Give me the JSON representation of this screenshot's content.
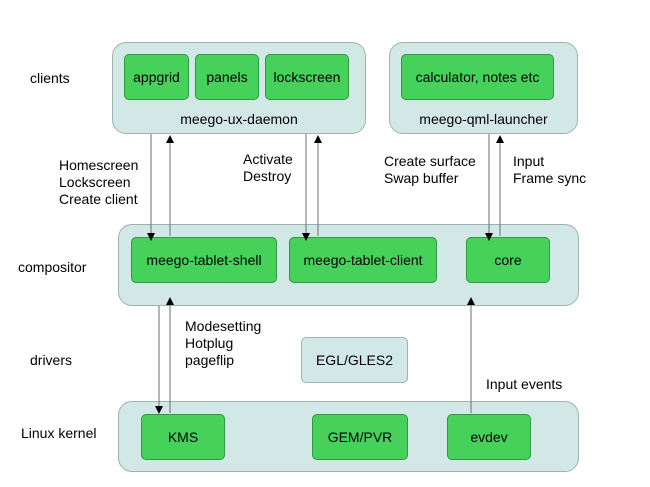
{
  "layers": {
    "clients": "clients",
    "compositor": "compositor",
    "drivers": "drivers",
    "kernel": "Linux kernel"
  },
  "clients": {
    "ux_daemon": {
      "label": "meego-ux-daemon",
      "items": [
        "appgrid",
        "panels",
        "lockscreen"
      ]
    },
    "qml_launcher": {
      "label": "meego-qml-launcher",
      "items": [
        "calculator, notes etc"
      ]
    }
  },
  "compositor": {
    "items": [
      "meego-tablet-shell",
      "meego-tablet-client",
      "core"
    ]
  },
  "drivers": {
    "egl": "EGL/GLES2"
  },
  "kernel": {
    "items": [
      "KMS",
      "GEM/PVR",
      "evdev"
    ]
  },
  "annotations": {
    "shell_calls": [
      "Homescreen",
      "Lockscreen",
      "Create client"
    ],
    "client_calls": [
      "Activate",
      "Destroy"
    ],
    "surface_calls": [
      "Create surface",
      "Swap buffer"
    ],
    "input_calls": [
      "Input",
      "Frame sync"
    ],
    "kms_calls": [
      "Modesetting",
      "Hotplug",
      "pageflip"
    ],
    "input_events": [
      "Input events"
    ]
  }
}
